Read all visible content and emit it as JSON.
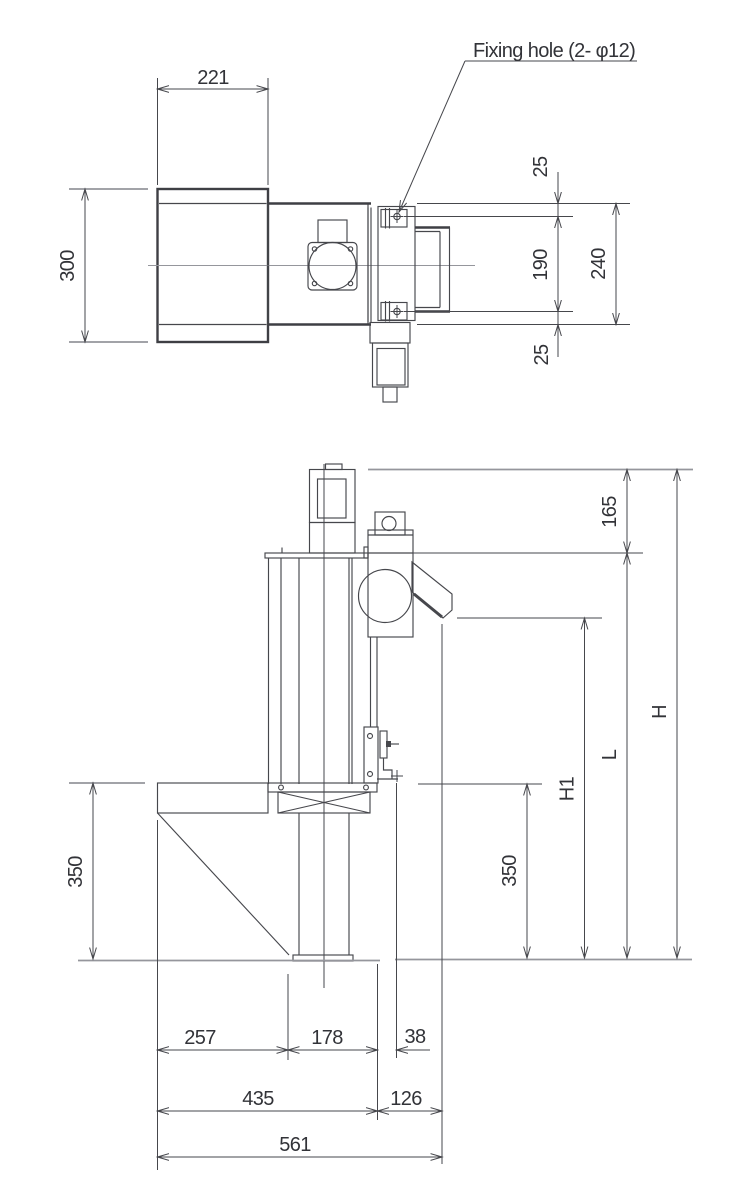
{
  "drawing": {
    "type": "technical-dimension-drawing",
    "callout": {
      "fixing_hole": "Fixing hole (2- φ12)"
    },
    "top_view": {
      "hopper_width": "221",
      "hopper_depth": "300",
      "edge_to_hole": "25",
      "hole_pitch": "190",
      "body_depth": "240",
      "hole_to_edge": "25"
    },
    "front_view": {
      "motor_top_to_plate": "165",
      "overall_height": "H",
      "plate_level_height": "L",
      "outlet_height": "H1",
      "stand_height_left": "350",
      "stand_height_right": "350",
      "shelf_width": "257",
      "shelf_to_tube": "178",
      "tube_to_sensor": "38",
      "base_span": "435",
      "chute_overhang": "126",
      "overall_width": "561"
    },
    "style": {
      "line": "#46474c",
      "light_line": "#95969c",
      "text": "#323338",
      "background": "#ffffff"
    }
  }
}
